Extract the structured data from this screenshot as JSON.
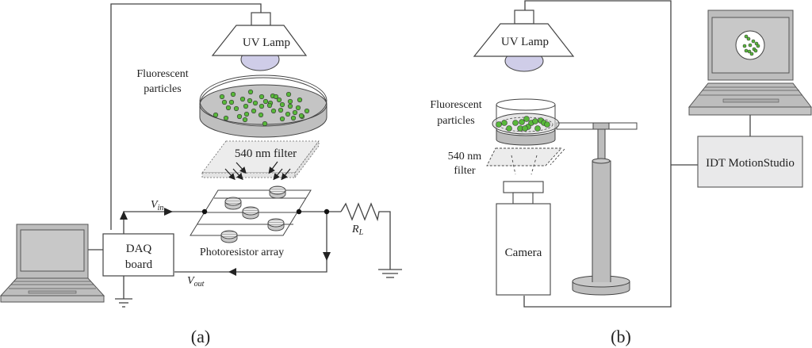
{
  "panel_a": {
    "caption": "(a)",
    "uv_lamp_label": "UV Lamp",
    "particles_label_line1": "Fluorescent",
    "particles_label_line2": "particles",
    "filter_label": "540 nm filter",
    "photoresistor_label": "Photoresistor array",
    "daq_label_line1": "DAQ",
    "daq_label_line2": "board",
    "vin_main": "V",
    "vin_sub": "in",
    "vout_main": "V",
    "vout_sub": "out",
    "rl_main": "R",
    "rl_sub": "L"
  },
  "panel_b": {
    "caption": "(b)",
    "uv_lamp_label": "UV Lamp",
    "particles_label_line1": "Fluorescent",
    "particles_label_line2": "particles",
    "filter_label_line1": "540 nm",
    "filter_label_line2": "filter",
    "camera_label": "Camera",
    "software_label": "IDT MotionStudio"
  },
  "colors": {
    "line": "#444444",
    "device_gray": "#bdbdbd",
    "screen_gray": "#c8c8c8",
    "lamp_glow": "#cfcde8",
    "particle_green": "#58b83a",
    "filter_fill": "#ececec",
    "box_fill": "#e9e9ea"
  }
}
